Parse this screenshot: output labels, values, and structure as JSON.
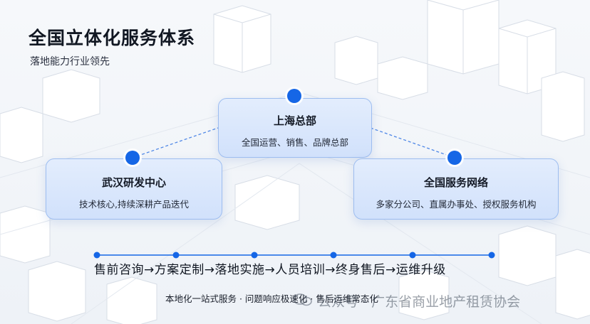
{
  "header": {
    "title": "全国立体化服务体系",
    "subtitle": "落地能力行业领先"
  },
  "nodes": {
    "hq": {
      "name": "上海总部",
      "desc": "全国运营、销售、品牌总部"
    },
    "rd": {
      "name": "武汉研发中心",
      "desc": "技术核心,持续深耕产品迭代"
    },
    "network": {
      "name": "全国服务网络",
      "desc": "多家分公司、直属办事处、授权服务机构"
    }
  },
  "process": {
    "flow_text": "售前咨询→方案定制→落地实施→人员培训→终身售后→运维升级",
    "footer_text": "本地化一站式服务 · 问题响应极速化 · 售后运维常态化"
  },
  "watermark": {
    "text": "公众号 · 广东省商业地产租赁协会",
    "icon": "wechat-icon"
  },
  "colors": {
    "accent": "#1566e6",
    "card_border": "#9dbdf0",
    "card_fill": "#dbe7fc"
  }
}
